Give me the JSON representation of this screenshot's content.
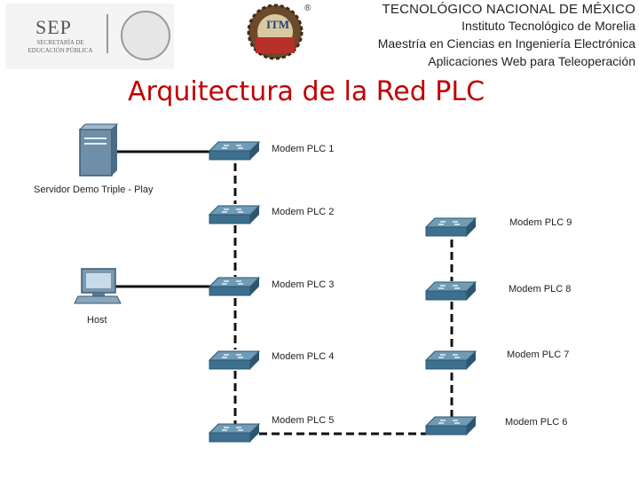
{
  "header": {
    "sep_logo_text": "SEP",
    "sep_logo_subtitle": "SECRETARÍA DE EDUCACIÓN PÚBLICA",
    "itm_logo_text": "ITM",
    "registered_mark": "®",
    "line1": "TECNOLÓGICO NACIONAL DE MÉXICO",
    "line2": "Instituto Tecnológico de Morelia",
    "line3": "Maestría en Ciencias en Ingeniería Electrónica",
    "line4": "Aplicaciones Web para Teleoperación"
  },
  "title": "Arquitectura de la Red PLC",
  "diagram": {
    "server_label": "Servidor Demo Triple - Play",
    "host_label": "Host",
    "modems": {
      "m1": "Modem PLC 1",
      "m2": "Modem PLC 2",
      "m3": "Modem PLC 3",
      "m4": "Modem PLC 4",
      "m5": "Modem PLC 5",
      "m6": "Modem PLC 6",
      "m7": "Modem PLC 7",
      "m8": "Modem PLC 8",
      "m9": "Modem PLC 9"
    },
    "colors": {
      "title": "#c00000",
      "device_fill": "#3d6f8e",
      "device_top": "#6f9bb6",
      "link": "#111111"
    }
  }
}
